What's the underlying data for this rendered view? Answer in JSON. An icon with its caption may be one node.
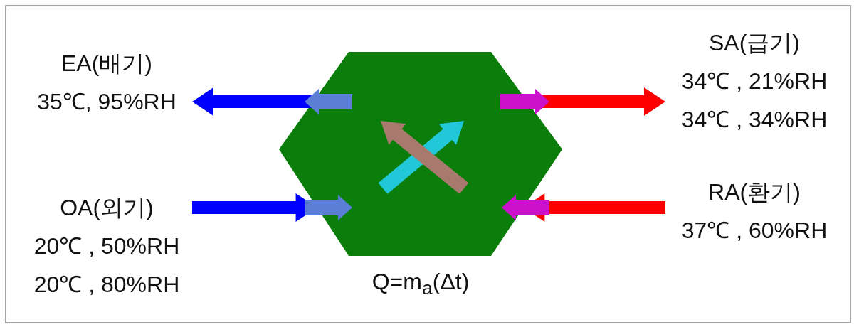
{
  "diagram": {
    "nodes": [
      {
        "text": [
          "EA(배기)",
          "35℃, 95%RH"
        ]
      },
      {
        "text": [
          "OA(외기)",
          "20℃ , 50%RH",
          "20℃ , 80%RH"
        ]
      },
      {
        "text": [],
        "shape": "hexagon",
        "beside": [
          "Q=m$_{a}$(Δt)"
        ]
      },
      {
        "text": [
          "SA(급기)",
          "34℃ , 21%RH",
          "34℃ , 34%RH"
        ]
      },
      {
        "text": [
          "RA(환기)",
          "37℃ , 60%RH"
        ]
      }
    ],
    "edges": [
      {
        "from": 2,
        "to": 0,
        "arrow": "to",
        "style": "thick",
        "color": "#0000ff"
      },
      {
        "from": 1,
        "to": 2,
        "arrow": "to",
        "style": "thick",
        "color": "#0000ff"
      },
      {
        "from": 2,
        "to": 3,
        "arrow": "to",
        "style": "thick",
        "color": "#ff0000"
      },
      {
        "from": 4,
        "to": 2,
        "arrow": "to",
        "style": "thick",
        "color": "#ff0000"
      }
    ]
  }
}
